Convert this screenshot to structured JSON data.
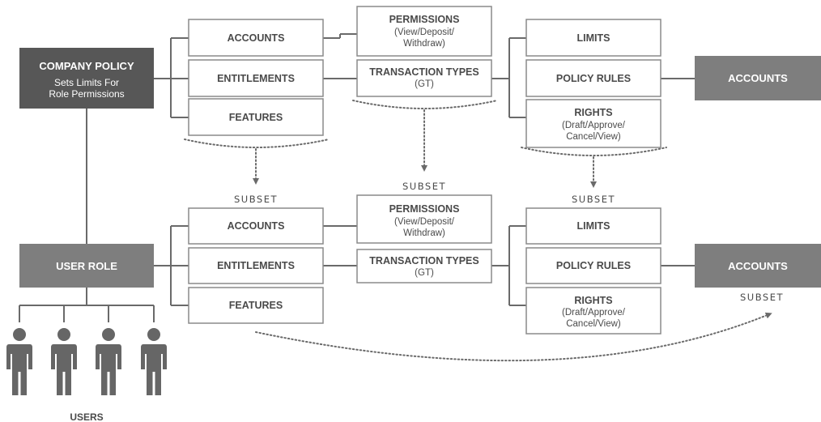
{
  "colors": {
    "dark_box": "#575757",
    "mid_box": "#7e7e7e",
    "border": "#8a8a8a",
    "text_dark": "#4a4a4a",
    "line": "#6a6a6a",
    "user_icon": "#666666"
  },
  "company_policy": {
    "title": "COMPANY POLICY",
    "subtitle_line1": "Sets Limits For",
    "subtitle_line2": "Role Permissions"
  },
  "user_role": {
    "title": "USER ROLE"
  },
  "users_label": "USERS",
  "subset_label": "SUBSET",
  "top": {
    "col1": [
      "ACCOUNTS",
      "ENTITLEMENTS",
      "FEATURES"
    ],
    "permissions_title": "PERMISSIONS",
    "permissions_sub1": "(View/Deposit/",
    "permissions_sub2": "Withdraw)",
    "transaction_title": "TRANSACTION TYPES",
    "transaction_sub": "(GT)",
    "limits": "LIMITS",
    "policy_rules": "POLICY RULES",
    "rights_title": "RIGHTS",
    "rights_sub1": "(Draft/Approve/",
    "rights_sub2": "Cancel/View)",
    "accounts_right": "ACCOUNTS"
  },
  "bottom": {
    "col1": [
      "ACCOUNTS",
      "ENTITLEMENTS",
      "FEATURES"
    ],
    "permissions_title": "PERMISSIONS",
    "permissions_sub1": "(View/Deposit/",
    "permissions_sub2": "Withdraw)",
    "transaction_title": "TRANSACTION TYPES",
    "transaction_sub": "(GT)",
    "limits": "LIMITS",
    "policy_rules": "POLICY RULES",
    "rights_title": "RIGHTS",
    "rights_sub1": "(Draft/Approve/",
    "rights_sub2": "Cancel/View)",
    "accounts_right": "ACCOUNTS"
  },
  "users_count": 4
}
